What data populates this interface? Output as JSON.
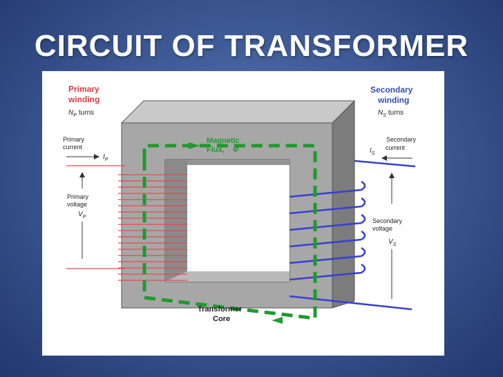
{
  "slide": {
    "title": "CIRCUIT OF TRANSFORMER"
  },
  "diagram": {
    "primary_winding_line1": "Primary",
    "primary_winding_line2": "winding",
    "primary_turns_symbol": "N",
    "primary_turns_sub": "P",
    "primary_turns_word": "turns",
    "primary_current_line1": "Primary",
    "primary_current_line2": "current",
    "primary_current_symbol": "I",
    "primary_current_sub": "P",
    "primary_voltage_line1": "Primary",
    "primary_voltage_line2": "voltage",
    "primary_voltage_symbol": "V",
    "primary_voltage_sub": "P",
    "secondary_winding_line1": "Secondary",
    "secondary_winding_line2": "winding",
    "secondary_turns_symbol": "N",
    "secondary_turns_sub": "S",
    "secondary_turns_word": "turns",
    "secondary_current_line1": "Secondary",
    "secondary_current_line2": "current",
    "secondary_current_symbol": "I",
    "secondary_current_sub": "S",
    "secondary_voltage_line1": "Secondary",
    "secondary_voltage_line2": "voltage",
    "secondary_voltage_symbol": "V",
    "secondary_voltage_sub": "S",
    "flux_line1": "Magnetic",
    "flux_line2": "Flux,",
    "flux_symbol": "Φ",
    "core_line1": "Transformer",
    "core_line2": "Core"
  },
  "colors": {
    "primary": "#e8484f",
    "primary_label": "#d93a44",
    "secondary": "#3a3fd0",
    "secondary_label": "#2f4fb0",
    "flux": "#1f9a2f",
    "core": "#a7a7a7",
    "core_top": "#c9c9c9",
    "core_side": "#7c7c7c"
  }
}
